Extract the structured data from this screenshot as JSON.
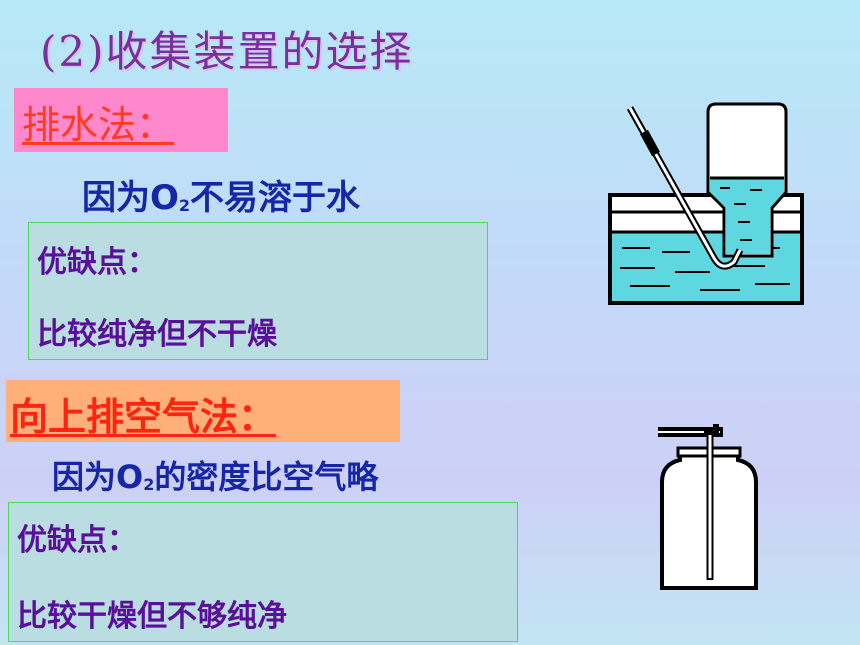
{
  "title": "(2)收集装置的选择",
  "method1": {
    "label": "排水法：",
    "reason_prefix": "因为O",
    "reason_sub": "2",
    "reason_suffix": "不易溶于水",
    "pros_cons_label": "优缺点：",
    "pros_cons_text": "比较纯净但不干燥"
  },
  "method2": {
    "label": "向上排空气法：",
    "reason_prefix": "因为O",
    "reason_sub": "2",
    "reason_suffix": "的密度比空气略",
    "pros_cons_label": "优缺点：",
    "pros_cons_text": "比较干燥但不够纯净"
  },
  "colors": {
    "title": "#7b2f9e",
    "label1_bg": "#ff88cc",
    "label2_bg": "#ffb07a",
    "label_text": "#ff3b1f",
    "reason_text": "#1526a6",
    "box_bg": "#b9dde0",
    "box_border": "#4cd957",
    "water": "#5fd7e0"
  }
}
